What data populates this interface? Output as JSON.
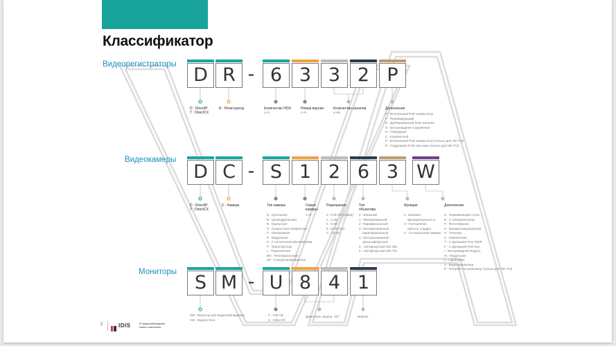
{
  "page": {
    "title": "Классификатор",
    "page_number": "2",
    "logo_text": "IDIS",
    "tagline": "IP-видеонаблюдение\nнового поколения"
  },
  "colors": {
    "teal": "#17a69c",
    "orange": "#f0a23a",
    "gray": "#b7bcbc",
    "navy": "#2a3a4c",
    "tan": "#c09b6f",
    "purple": "#6b3f8a",
    "section": "#1a8fc2"
  },
  "recorders": {
    "heading": "Видеорегистраторы",
    "chars": [
      "D",
      "R",
      "-",
      "6",
      "3",
      "3",
      "2",
      "P"
    ],
    "labels": {
      "type": "D : DirectIP\nT : DirectCX",
      "recorder": "R : Регистратор",
      "hdd": "Количество HDD",
      "hdd_values": "1~9",
      "version": "Номер версии",
      "version_values": "1~9",
      "channels": "Количество каналов",
      "channels_values": "4~64",
      "extra": "Дополнение",
      "extra_values": "P : Встроенный PoE коммутатор\nF : Резервирующий\nD : Дублированный блок питания\nH : Беспроводное соединение\nH : Гибридный\nC : Компактный\nP : Встроенный PoE коммутатор (только для HD-TVI)\nR : Поддержка RAID массива (только для HD-TVI)"
    }
  },
  "cameras": {
    "heading": "Видеокамеры",
    "chars": [
      "D",
      "C",
      "-",
      "S",
      "1",
      "2",
      "6",
      "3",
      "W"
    ],
    "labels": {
      "type": "D : DirectIP\nT : DirectCX",
      "camera": "C : Камера",
      "camtype": "Тип камеры",
      "camtype_values": "D : Купольная\nB : Цилиндрическая\nB : Корпусная\nS : Скоростная поворотная\nF : Панорамная\nP : Модульная\nZ : С оптическим увеличением\nF : Транспортная\nL : Парковочная\nBN : Тепловизионная\nSP : Специализированная",
      "series": "Серия\nкамеры",
      "series_values": "1~9",
      "resolution": "Разрешение",
      "resolution_values": "2 : Full HD (1080p)\n1 : 1.3m\n5 : 5.0m\n8 : 8.0m (4K)\nC : 12.0m",
      "lens": "Тип\nобъектива",
      "lens_values": "0 : Внешний\n1 : Фиксированный\n2 : Варифокальный\n3 : Моторизованный\n    вариофокальный\n4 : Моторизованный\n    дальнофокусный\n5 : Автофокусный 30x-36x\n6 : Автофокусный 30x-72x",
      "function": "Функция",
      "function_values": "2 : Базовая\n    функциональность\n3 : Улучшенная\n    яркость и аудио\n4 : 4-х канальная камера",
      "extra": "Дополнение",
      "extra_values": "S : Нержавеющая сталь\nN : С обогревателем\nP : Фотоловушка\nH : Вандалозащищенная\nH : Уличная\nC : Компактная\nT : С функцией True WDR\nF : С функцией Fish-eye\nI : Беспроводной модуль\nM : Модульная\nL : LightHunter\nA : Видеоаналитика\nP : Питание по коаксиалу (только для HD-TVI)"
    }
  },
  "monitors": {
    "heading": "Мониторы",
    "chars": [
      "S",
      "M",
      "-",
      "U",
      "8",
      "4",
      "1"
    ],
    "labels": {
      "type": "SM : Монитор для видеонаблюдения\nVM : Видеостена",
      "resolution": "F : Full HD\nU : Ultra HD",
      "diag": "Диагональ экрана : 84\"",
      "version": "Версия"
    }
  }
}
